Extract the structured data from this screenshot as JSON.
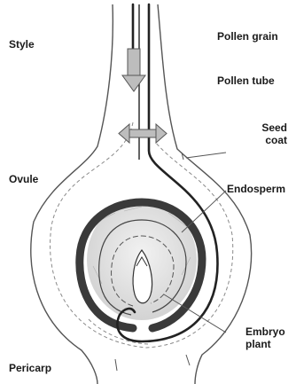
{
  "labels": {
    "pollen_grain": "Pollen grain",
    "style": "Style",
    "pollen_tube": "Pollen tube",
    "seed_coat": "Seed\ncoat",
    "ovule": "Ovule",
    "endosperm": "Endosperm",
    "embryo_plant": "Embryo\nplant",
    "pericarp": "Pericarp"
  },
  "colors": {
    "outline": "#555555",
    "dashed": "#8a8a8a",
    "seed_coat": "#3a3a3a",
    "arrow": "#bdbdbd"
  }
}
